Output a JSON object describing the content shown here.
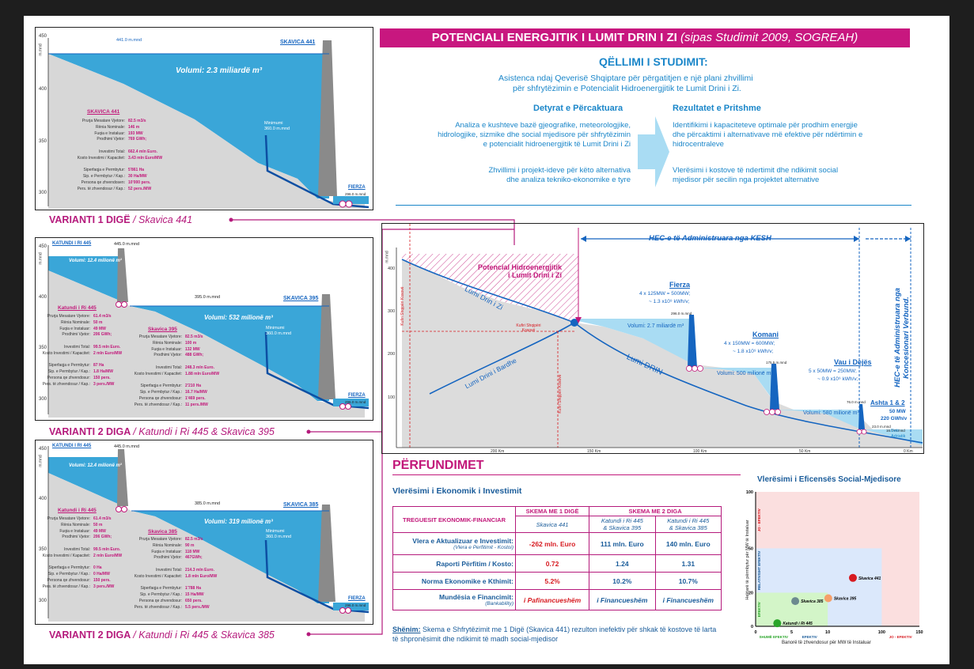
{
  "header": {
    "title": "POTENCIALI ENERGJITIK I LUMIT DRIN I ZI",
    "subtitle": "(sipas Studimit 2009, SOGREAH)"
  },
  "objective": {
    "title": "QËLLIMI I STUDIMIT:",
    "line1": "Asistenca ndaj Qeverisë Shqiptare për përgatitjen e një plani zhvillimi",
    "line2": "për shfrytëzimin e Potencialit Hidroenergjitik te Lumit Drini i Zi."
  },
  "tasks": {
    "title": "Detyrat e Përcaktuara",
    "p1": [
      "Analiza e kushteve bazë gjeografike, meteorologjike,",
      "hidrologjike, sizmike dhe social mjedisore për shfrytëzimin",
      "e potencialit hidroenergjitik të Lumit Drini i Zi"
    ],
    "p2": [
      "Zhvillimi i projekt-ideve për këto alternativa",
      "dhe analiza tekniko-ekonomike e tyre"
    ]
  },
  "results": {
    "title": "Rezultatet e Pritshme",
    "p1": [
      "Identifikimi i kapaciteteve optimale për prodhim energjie",
      "dhe përcaktimi i alternativave më efektive për ndërtimin e",
      "hidrocentraleve"
    ],
    "p2": [
      "Vlerësimi i kostove të ndertimit dhe ndikimit social",
      "mjedisor për secilin nga projektet alternative"
    ]
  },
  "variants": [
    {
      "label": "VARIANTI 1 DIGË",
      "sub": "/ Skavica 441",
      "volume": "Volumi: 2.3 miliardë m³",
      "crest": "441.0 m.mnd",
      "dam": "SKAVICA 441",
      "minimum": "Minimumi\n360.0 m.mnd",
      "fierza": "FIERZA",
      "fierza_level": "296.0 m.mnd",
      "units": "m.mnd",
      "ticks": [
        "450",
        "400",
        "350",
        "300"
      ],
      "params": {
        "title": "SKAVICA 441",
        "rows": [
          [
            "Prurja Mesatare Vjetore:",
            "82.5 m3/s"
          ],
          [
            "Rënia Nominale:",
            "146 m"
          ],
          [
            "Fuqia e Instaluar:",
            "193 MW"
          ],
          [
            "Prodhimi Vjetor:",
            "769 GWh;"
          ],
          [
            "",
            ""
          ],
          [
            "Investimi Total:",
            "662.4 mln Euro."
          ],
          [
            "Kosto Investimi / Kapacitet:",
            "3.43 mln Euro/MW"
          ],
          [
            "",
            ""
          ],
          [
            "Siperfaqja e Permbytur:",
            "5'861 Ha"
          ],
          [
            "Sip. e Permbytur / Kap.:",
            "30 Ha/MW"
          ],
          [
            "Persona qe zhvendosen:",
            "10'000 pers."
          ],
          [
            "Pers. të zhvendosur / Kap.:",
            "52 pers./MW"
          ]
        ]
      }
    },
    {
      "label": "VARIANTI 2 DIGA",
      "sub": "/ Katundi i Ri 445 & Skavica 395",
      "volume": "Volumi: 532 milionë m³",
      "crest": "445.0 m.mnd",
      "crest2": "395.0 m.mnd",
      "dam": "SKAVICA 395",
      "dam_up": "KATUNDI I RI 445",
      "vol_up": "Volumi: 12.4 milionë m³",
      "minimum": "Minimumi\n360.0 m.mnd",
      "fierza": "FIERZA",
      "fierza_level": "296.0 m.mnd",
      "units": "m.mnd",
      "ticks": [
        "450",
        "400",
        "350",
        "300"
      ],
      "paramsA": {
        "title": "Katundi i Ri 445",
        "rows": [
          [
            "Prurja Mesatare Vjetore:",
            "61.4 m3/s"
          ],
          [
            "Rënia Nominale:",
            "50 m"
          ],
          [
            "Fuqia e Instaluar:",
            "49 MW"
          ],
          [
            "Prodhimi Vjetor:",
            "206 GWh;"
          ],
          [
            "",
            ""
          ],
          [
            "Investimi Total:",
            "99.5 mln Euro."
          ],
          [
            "Kosto Investimi / Kapacitet:",
            "2 mln Euro/MW"
          ],
          [
            "",
            ""
          ],
          [
            "Siperfaqja e Permbytur:",
            "87 Ha"
          ],
          [
            "Sip. e Permbytur / Kap.:",
            "1.8 Ha/MW"
          ],
          [
            "Persona qe zhvendosur:",
            "150 pers."
          ],
          [
            "Pers. të zhvendosur / Kap.:",
            "3 pers./MW"
          ]
        ]
      },
      "paramsB": {
        "title": "Skavica 395",
        "rows": [
          [
            "Prurja Mesatare Vjetore:",
            "82.5 m3/s"
          ],
          [
            "Rënia Nominale:",
            "100 m"
          ],
          [
            "Fuqia e Instaluar:",
            "132 MW"
          ],
          [
            "Prodhimi Vjetor:",
            "488 GWh;"
          ],
          [
            "",
            ""
          ],
          [
            "Investimi Total:",
            "248.3 mln Euro."
          ],
          [
            "Kosto Investimi / Kapacitet:",
            "1.88 mln Euro/MW"
          ],
          [
            "",
            ""
          ],
          [
            "Siperfaqja e Permbytur:",
            "2'210 Ha"
          ],
          [
            "Sip. e Permbytur / Kap.:",
            "16.7 Ha/MW"
          ],
          [
            "Persona qe zhvendosur:",
            "1'469 pers."
          ],
          [
            "Pers. të zhvendosur / Kap.:",
            "11 pers./MW"
          ]
        ]
      }
    },
    {
      "label": "VARIANTI 2 DIGA",
      "sub": "/ Katundi i Ri 445 & Skavica 385",
      "volume": "Volumi: 319 milionë m³",
      "crest": "445.0 m.mnd",
      "crest2": "385.0 m.mnd",
      "dam": "SKAVICA 385",
      "dam_up": "KATUNDI I RI 445",
      "vol_up": "Volumi: 12.4 milionë m³",
      "minimum": "Minimumi\n360.0 m.mnd",
      "fierza": "FIERZA",
      "fierza_level": "296.0 m.mnd",
      "units": "m.mnd",
      "ticks": [
        "450",
        "400",
        "350",
        "300"
      ],
      "paramsA": {
        "title": "Katundi i Ri 445",
        "rows": [
          [
            "Prurja Mesatare Vjetore:",
            "61.4 m3/s"
          ],
          [
            "Rënia Nominale:",
            "50 m"
          ],
          [
            "Fuqia e Instaluar:",
            "49 MW"
          ],
          [
            "Prodhimi Vjetor:",
            "206 GWh;"
          ],
          [
            "",
            ""
          ],
          [
            "Investimi Total:",
            "99.5 mln Euro."
          ],
          [
            "Kosto Investimi / Kapacitet:",
            "2 mln Euro/MW"
          ],
          [
            "",
            ""
          ],
          [
            "Siperfaqja e Permbytur:",
            "0 Ha"
          ],
          [
            "Sip. e Permbytur / Kap.:",
            "0 Ha/MW"
          ],
          [
            "Persona qe zhvendosur:",
            "150 pers."
          ],
          [
            "Pers. të zhvendosur / Kap.:",
            "3 pers./MW"
          ]
        ]
      },
      "paramsB": {
        "title": "Skavica 385",
        "rows": [
          [
            "Prurja Mesatare Vjetore:",
            "82.5 m3/s"
          ],
          [
            "Rënia Nominale:",
            "90 m"
          ],
          [
            "Fuqia e Instaluar:",
            "118 MW"
          ],
          [
            "Prodhimi Vjetor:",
            "467GWh;"
          ],
          [
            "",
            ""
          ],
          [
            "Investimi Total:",
            "214.3 mln Euro."
          ],
          [
            "Kosto Investimi / Kapacitet:",
            "1.8 mln Euro/MW"
          ],
          [
            "",
            ""
          ],
          [
            "Siperfaqja e Permbytur:",
            "1'788 Ha"
          ],
          [
            "Sip. e Permbytur / Kap.:",
            "15 Ha/MW"
          ],
          [
            "Persona qe zhvendosur:",
            "650 pers."
          ],
          [
            "Pers. të zhvendosur / Kap.:",
            "5.5 pers./MW"
          ]
        ]
      }
    }
  ],
  "profile": {
    "kesh": "HEC-e të Administruara nga KESH",
    "concession": "HEC-e të Administruara nga Koncesionari Verbund.",
    "potential": "Potencial Hidroenergjitik\ni Lumit Drini i Zi",
    "river_zi": "Lumi Drin i Zi",
    "river_bardhe": "Lumi Drini i Bardhe",
    "river_drin": "Lumi DRIN",
    "border1": "Kufiri Shqipëri Kosovë",
    "border2": "Kufiri Shqipëri Kosovë",
    "border3": "Kufiri Shqipëri Kosovë",
    "units": "m.mnd",
    "yticks": [
      "400",
      "300",
      "200",
      "100"
    ],
    "xticks": [
      "200 Km",
      "150 Km",
      "100 Km",
      "50 Km",
      "0 Km"
    ],
    "fierza": {
      "name": "Fierza",
      "cap": "4 x 125MW = 500MW;",
      "prod": "~ 1.3 x10⁹ kWh/v;",
      "vol": "Volumi: 2.7 miliardë m³",
      "level": "296.0 m.mnd"
    },
    "komani": {
      "name": "Komani",
      "cap": "4 x 150MW = 600MW;",
      "prod": "~ 1.8 x10⁹ kWh/v;",
      "vol": "Volumi: 500 milionë m³",
      "level": "175.5 m.mnd"
    },
    "vau": {
      "name": "Vau i Dejës",
      "cap": "5 x 50MW = 250MW;",
      "prod": "~ 0.9 x10⁹ kWh/v;",
      "vol": "Volumi: 580 milionë m³",
      "level": "76.0 m.mnd"
    },
    "ashta": {
      "name": "Ashta 1 & 2",
      "cap": "50 MW",
      "prod": "220 GWh/v",
      "l1": "23.0 m.mnd",
      "l2": "16.0 m.mnd"
    },
    "sea": "Deti Adriatik"
  },
  "conclusions": {
    "title": "PËRFUNDIMET",
    "eval_title": "Vlerësimi i Ekonomik i Investimit",
    "table": {
      "col_header": "TREGUESIT EKONOMIK-FINANCIAR",
      "scheme1": "SKEMA ME 1 DIGË",
      "scheme2": "SKEMA ME 2 DIGA",
      "c1": "Skavica 441",
      "c2": "Katundi i Ri 445\n& Skavica 395",
      "c3": "Katundi i Ri 445\n& Skavica 385",
      "rows": [
        {
          "label": "Vlera e Aktualizuar e Investimit:",
          "sub": "(Vlera e Perfitimit - Kostoi)",
          "v": [
            "-262 mln. Euro",
            "111 mln. Euro",
            "140 mln. Euro"
          ]
        },
        {
          "label": "Raporti Përfitim / Kosto:",
          "sub": "",
          "v": [
            "0.72",
            "1.24",
            "1.31"
          ]
        },
        {
          "label": "Norma Ekonomike e Kthimit:",
          "sub": "",
          "v": [
            "5.2%",
            "10.2%",
            "10.7%"
          ]
        },
        {
          "label": "Mundësia e Financimit:",
          "sub": "(Bankability)",
          "v": [
            "i Pafinancueshëm",
            "i Financueshëm",
            "i Financueshëm"
          ]
        }
      ]
    },
    "note_label": "Shënim:",
    "note": "Skema e Shfrytëzimit me 1 Digë (Skavica 441) rezulton inefektiv për shkak të kostove të larta të shpronësimit dhe ndikimit të madh social-mjedisor"
  },
  "efficiency": {
    "title": "Vlerësimi i Eficensës Social-Mjedisore",
    "ylabel": "Hektarë të përmbytur për MW të Instaluar",
    "xlabel": "Banorë të zhvendosur për MW të Instaluar",
    "zone_labels": {
      "very": "SHUMË EFEKTIV",
      "eff": "EFEKTIV",
      "rel": "RELATIVISHT EFEKTIV",
      "not": "JO - EFEKTIV",
      "not_y": "JO - EFEKTIV",
      "eff_y": "EFEKTIV",
      "rel_y": "RELATIVISHT EFEKTIV"
    }
  },
  "chart_data": {
    "type": "scatter",
    "title": "Vlerësimi i Eficensës Social-Mjedisore",
    "xlabel": "Banorë të zhvendosur për MW të Instaluar",
    "ylabel": "Hektarë të përmbytur për MW të Instaluar",
    "xticks": [
      "0",
      "5",
      "10",
      "100",
      "150"
    ],
    "yticks": [
      "0",
      "20",
      "50",
      "100"
    ],
    "points": [
      {
        "name": "Skavica 441",
        "x": 52,
        "y": 30,
        "color": "#d71a20"
      },
      {
        "name": "Skavica 395",
        "x": 11,
        "y": 16.7,
        "color": "#f5a06a"
      },
      {
        "name": "Skavica 385",
        "x": 5.5,
        "y": 15,
        "color": "#6c8a8f"
      },
      {
        "name": "Katundi i Ri 445",
        "x": 3,
        "y": 1.8,
        "color": "#2aa52a"
      }
    ]
  }
}
